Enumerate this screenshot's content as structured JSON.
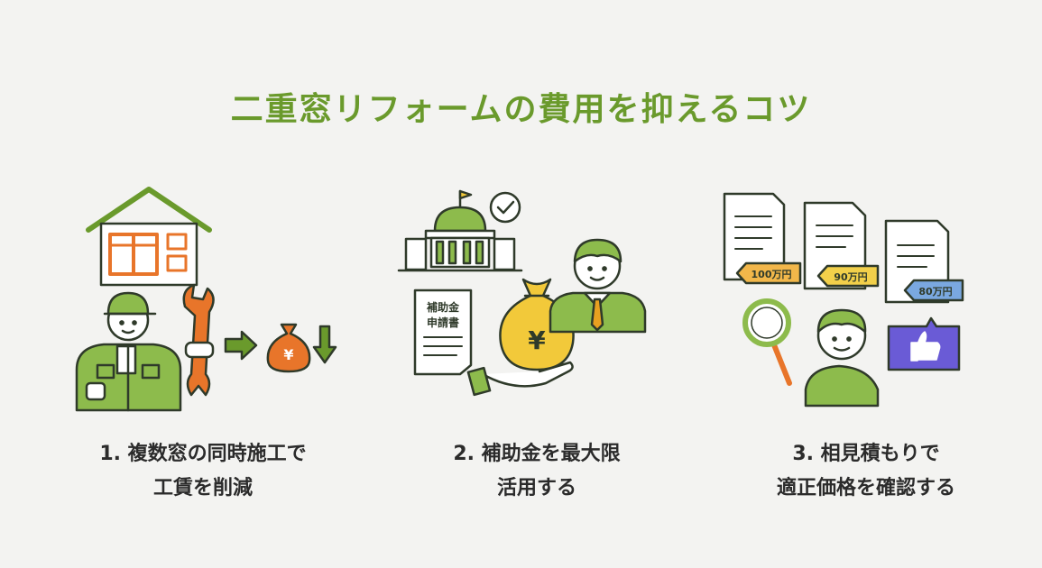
{
  "title": "二重窓リフォームの費用を抑えるコツ",
  "colors": {
    "accent": "#6a9a2c",
    "orange": "#e8752a",
    "gold": "#f2c93a",
    "purple": "#6a5bd6",
    "line": "#2f3a2a"
  },
  "tips": [
    {
      "line1": "1. 複数窓の同時施工で",
      "line2": "工賃を削減",
      "icons": [
        "house-icon",
        "worker-icon",
        "wrench-icon",
        "arrow-right-icon",
        "money-bag-icon",
        "arrow-down-icon"
      ],
      "bag_symbol": "¥"
    },
    {
      "line1": "2. 補助金を最大限",
      "line2": "活用する",
      "icons": [
        "government-building-icon",
        "check-icon",
        "document-icon",
        "hand-icon",
        "money-bag-icon",
        "businessman-icon"
      ],
      "doc_line1": "補助金",
      "doc_line2": "申請書",
      "bag_symbol": "¥"
    },
    {
      "line1": "3. 相見積もりで",
      "line2": "適正価格を確認する",
      "icons": [
        "document-icon",
        "price-tag-icon",
        "magnifier-icon",
        "person-icon",
        "thumbs-up-icon"
      ],
      "tags": [
        "100万円",
        "90万円",
        "80万円"
      ]
    }
  ]
}
